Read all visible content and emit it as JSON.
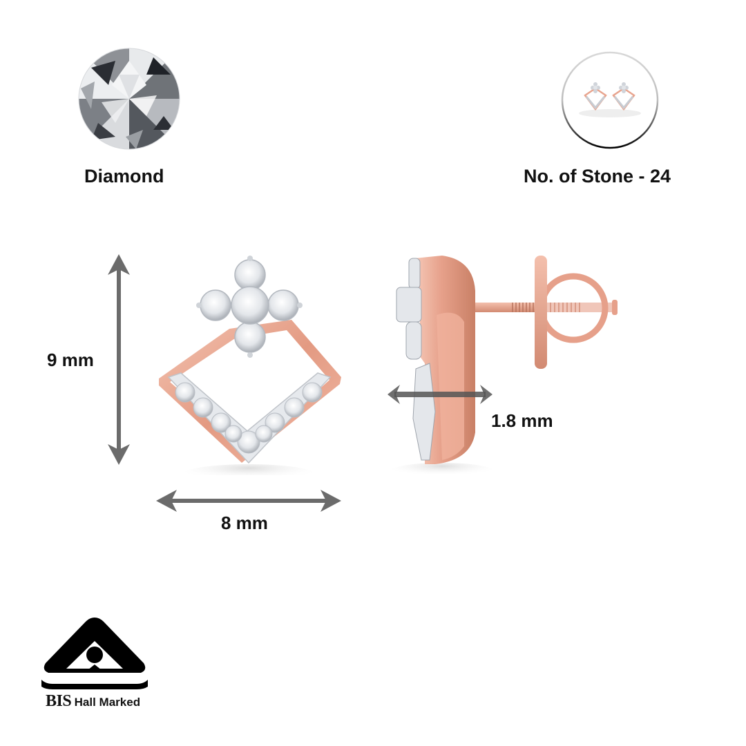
{
  "stone_type": {
    "icon": "diamond-icon",
    "label": "Diamond"
  },
  "stone_count": {
    "icon": "earring-pair-thumbnail",
    "label": "No. of Stone - 24",
    "count": 24
  },
  "dimensions": {
    "height": "9 mm",
    "width": "8 mm",
    "depth": "1.8 mm"
  },
  "certification": {
    "icon": "bis-hallmark-icon",
    "brand": "BIS",
    "text": "Hall Marked"
  },
  "colors": {
    "rose_gold": "#e8a48e",
    "rose_gold_dark": "#c97e66",
    "arrow_gray": "#6b6b6b",
    "text": "#111111"
  }
}
